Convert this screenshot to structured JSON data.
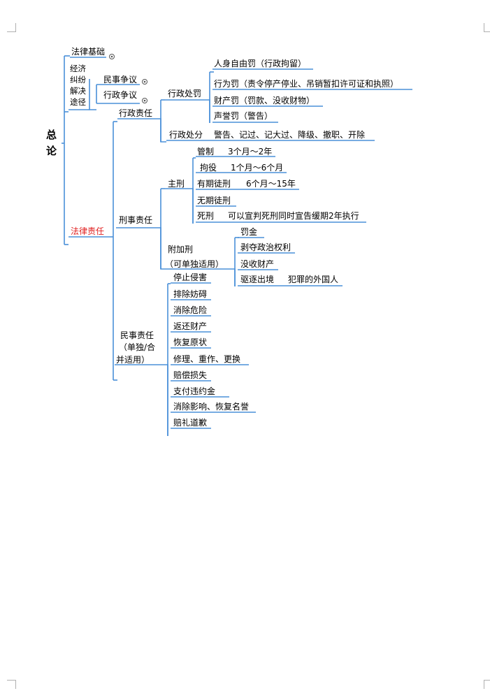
{
  "title": "总论",
  "nodes": {
    "legal_basis": "法律基础",
    "dispute_ways": "经济\n纠纷\n解决\n途径",
    "civil_dispute": "民事争议",
    "admin_dispute": "行政争议",
    "legal_liability": "法律责任",
    "admin_liability": "行政责任",
    "admin_penalty": "行政处罚",
    "personal_freedom": "人身自由罚（行政拘留）",
    "conduct_penalty": "行为罚（责令停产停业、吊销暂扣许可证和执照）",
    "property_penalty": "财产罚（罚款、没收财物）",
    "reputation_penalty": "声誉罚（警告）",
    "admin_sanction": "行政处分",
    "admin_sanction_detail": "警告、记过、记大过、降级、撤职、开除",
    "criminal_liability": "刑事责任",
    "principal_penalty": "主刑",
    "control": "管制",
    "control_term": "3个月～2年",
    "detention": "拘役",
    "detention_term": "1个月～6个月",
    "fixed_term": "有期徒刑",
    "fixed_term_range": "6个月～15年",
    "life_imprisonment": "无期徒刑",
    "death_penalty": "死刑",
    "death_penalty_note": "可以宣判死刑同时宣告缓期2年执行",
    "supplementary": "附加刑",
    "supplementary_note": "（可单独适用）",
    "fine": "罚金",
    "deprive_rights": "剥夺政治权利",
    "confiscate": "没收财产",
    "deport": "驱逐出境",
    "deport_note": "犯罪的外国人",
    "civil_liability": "民事责任",
    "civil_liability_note1": "（单独/合",
    "civil_liability_note2": "并适用）",
    "civil_items": [
      "停止侵害",
      "排除妨碍",
      "消除危险",
      "返还财产",
      "恢复原状",
      "修理、重作、更换",
      "赔偿损失",
      "支付违约金",
      "消除影响、恢复名誉",
      "赔礼道歉"
    ]
  },
  "colors": {
    "line": "#4a90d9",
    "red": "#e02020",
    "collapse": "#555555"
  },
  "icons": {
    "collapse": "collapse-indicator-icon"
  }
}
